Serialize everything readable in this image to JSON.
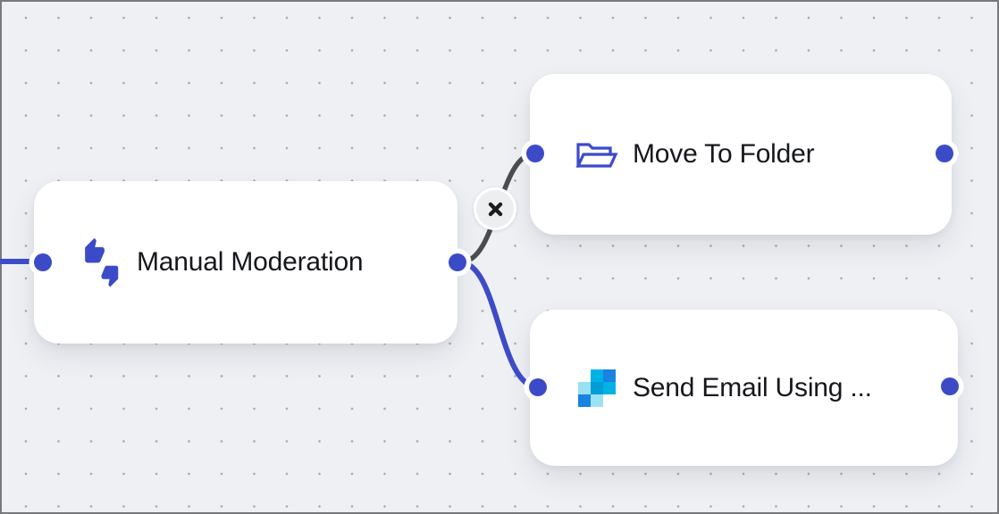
{
  "app": {
    "type": "workflow-automation-canvas"
  },
  "canvas": {
    "background_color": "#eef0f4",
    "grid_dot_color": "#a8aaae",
    "frame_border_color": "#77797d"
  },
  "colors": {
    "accent_blue": "#3b4bc8",
    "edge_blue": "#3d4cc6",
    "edge_dark": "#4b4c4f",
    "node_background": "#ffffff",
    "node_text": "#15171d",
    "sendgrid_light": "#9be1f4",
    "sendgrid_cyan": "#00b2e3",
    "sendgrid_mid": "#009dd9",
    "sendgrid_blue": "#1a82e2"
  },
  "nodes": [
    {
      "id": "manual-moderation",
      "label": "Manual Moderation",
      "icon": "thumbs-up-down-icon"
    },
    {
      "id": "move-to-folder",
      "label": "Move To Folder",
      "icon": "folder-open-icon"
    },
    {
      "id": "send-email",
      "label": "Send Email Using ...",
      "icon": "sendgrid-icon"
    }
  ],
  "edges": [
    {
      "from": "offscreen-left",
      "to": "manual-moderation",
      "color": "#3d4cc6"
    },
    {
      "from": "manual-moderation",
      "to": "move-to-folder",
      "color": "#4b4c4f",
      "has_delete_button": true
    },
    {
      "from": "manual-moderation",
      "to": "send-email",
      "color": "#3d4cc6"
    }
  ],
  "edge_delete_button": {
    "icon": "x-icon"
  }
}
